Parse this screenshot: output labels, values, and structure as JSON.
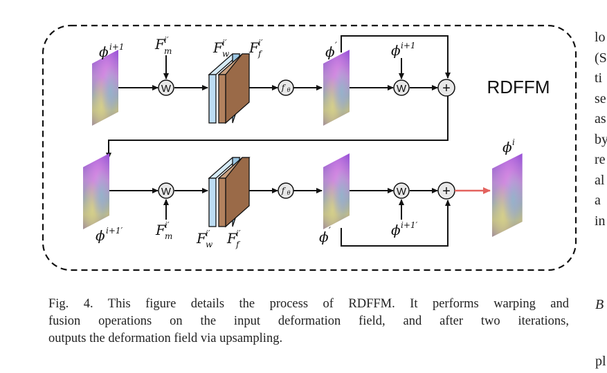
{
  "figure": {
    "module_title": "RDFFM",
    "warp_symbol": "W",
    "conv_symbol": "f",
    "conv_subscript": "θ",
    "plus_symbol": "+",
    "labels": {
      "phi": "ϕ",
      "phi_sup_i1": "i+1",
      "phi_sup_i1p": "i+1′",
      "phi_sup_i": "i",
      "phi_prime_sup": "′",
      "F": "F",
      "sub_m": "m",
      "sub_w": "w",
      "sub_f": "f",
      "sup_ip": "i′"
    }
  },
  "caption": {
    "lines": [
      "Fig. 4.  This figure details the process of RDFFM. It performs warping and",
      "fusion operations on the input deformation field, and after two iterations,",
      "outputs the deformation field via upsampling."
    ]
  },
  "side_column": {
    "fragments": [
      "lo",
      "(S",
      "ti",
      "se",
      "as",
      "by",
      "re",
      "al",
      "a",
      "in"
    ],
    "heading_fragment": "B",
    "tail_fragment": "pl"
  },
  "colors": {
    "blue_block": "#bcdcf3",
    "brown_block": "#b3825e",
    "red_arrow": "#e3625e",
    "line": "#111111"
  }
}
